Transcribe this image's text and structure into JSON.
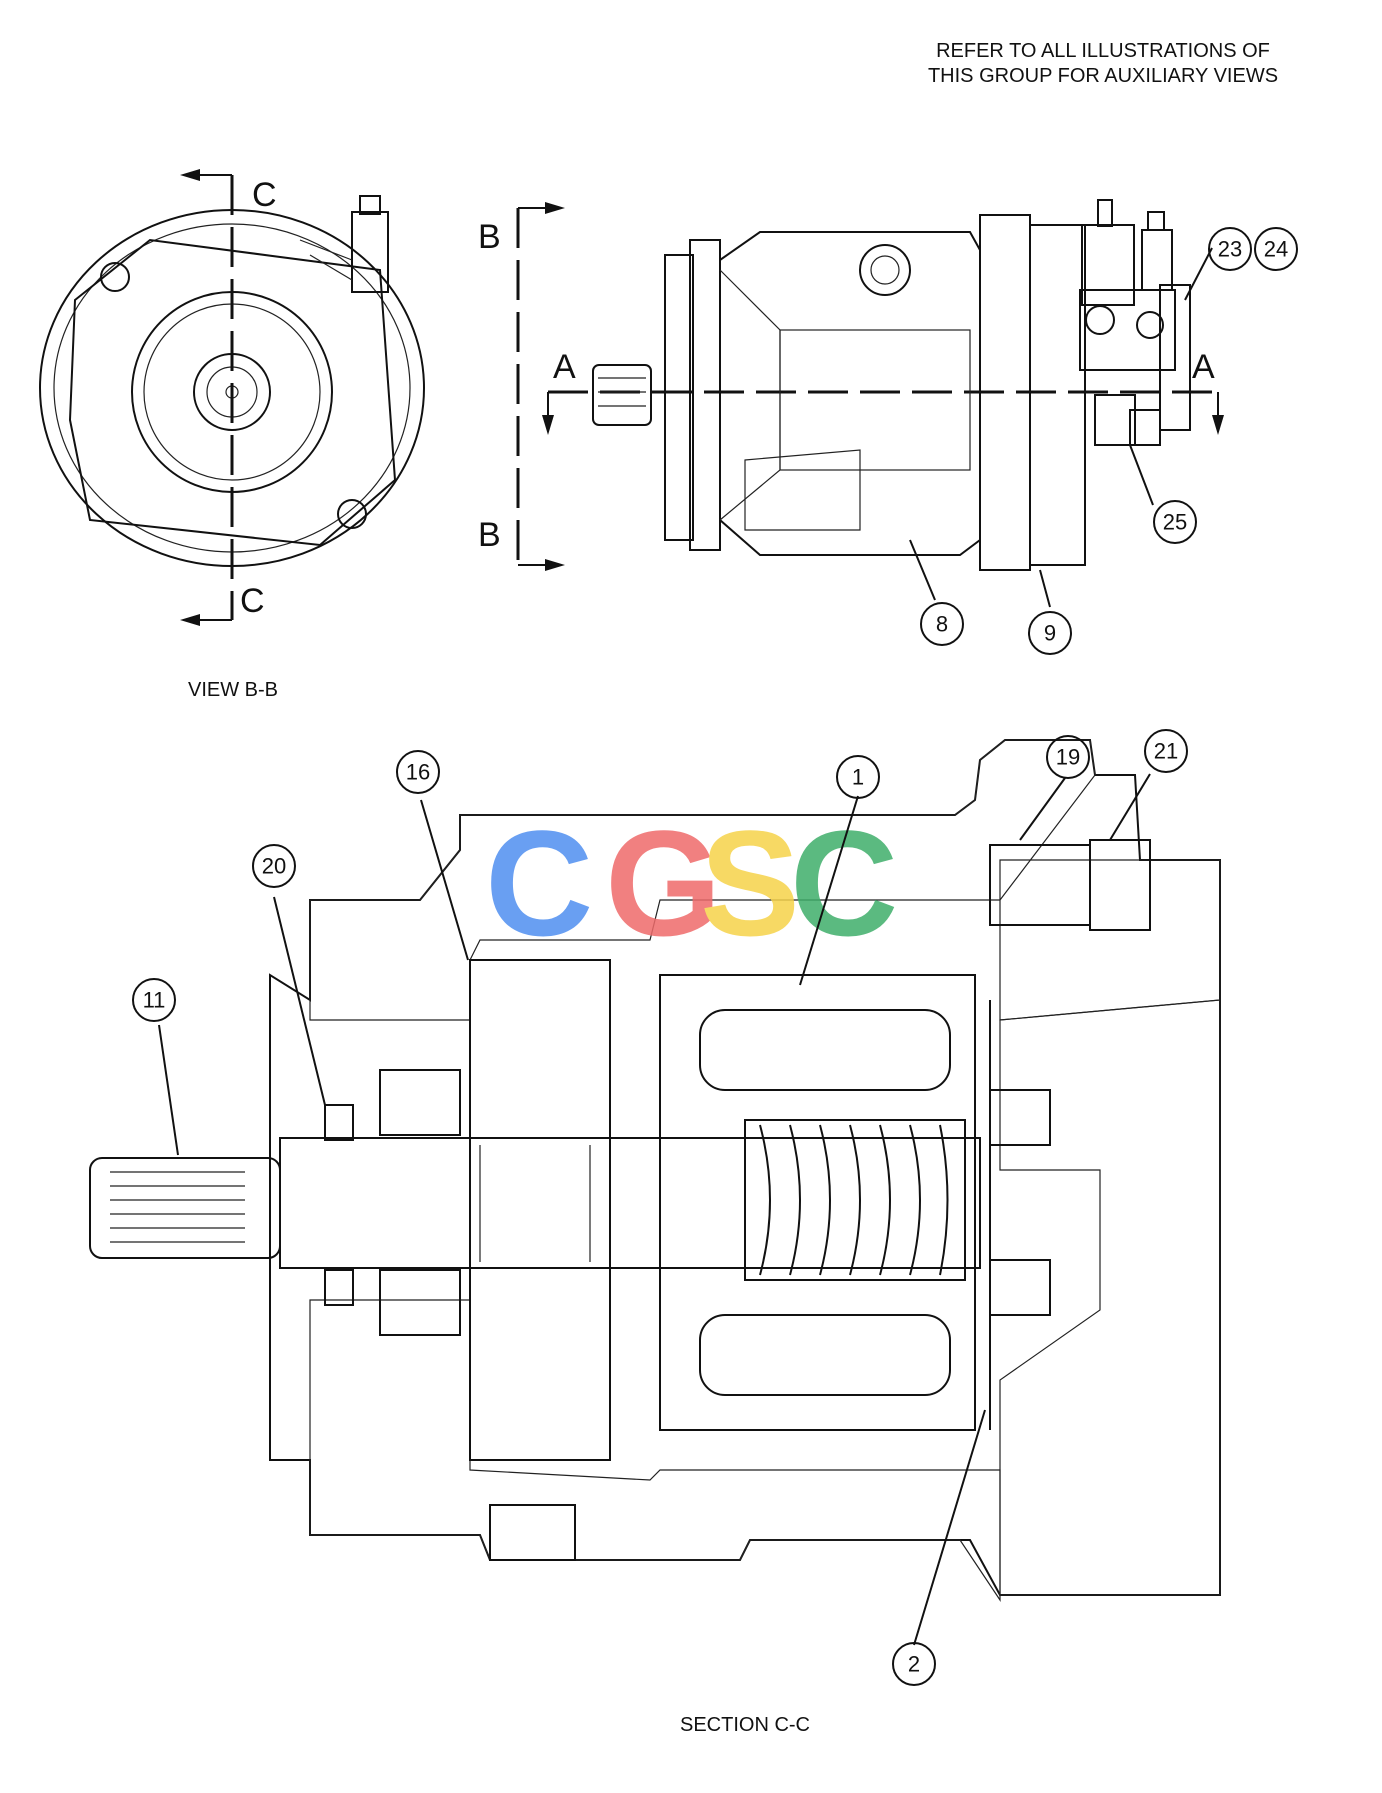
{
  "note": {
    "line1": "REFER TO ALL ILLUSTRATIONS OF",
    "line2": "THIS GROUP FOR AUXILIARY VIEWS"
  },
  "captions": {
    "view_bb": "VIEW B-B",
    "section_cc": "SECTION C-C"
  },
  "section_markers": {
    "c_top": "C",
    "c_bottom": "C",
    "b_top": "B",
    "b_bottom": "B",
    "a_left": "A",
    "a_right": "A"
  },
  "watermark": {
    "letters": [
      "C",
      "G",
      "S",
      "C"
    ],
    "colors": [
      "#4f8ff0",
      "#ef6b6b",
      "#f6d34a",
      "#3fae6a"
    ]
  },
  "callouts": [
    "1",
    "2",
    "8",
    "9",
    "11",
    "16",
    "19",
    "20",
    "21",
    "23",
    "24",
    "25"
  ]
}
